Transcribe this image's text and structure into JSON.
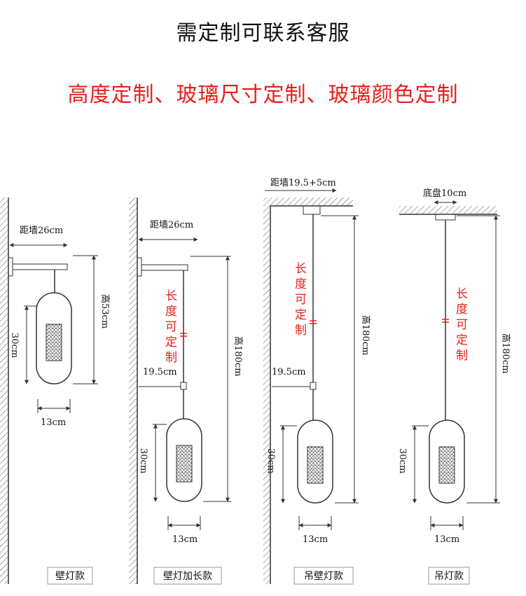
{
  "header": {
    "title": "需定制可联系客服",
    "subtitle": "高度定制、玻璃尺寸定制、玻璃颜色定制"
  },
  "colors": {
    "accent": "#e8201a",
    "line": "#333333"
  },
  "variants": [
    {
      "caption": "壁灯款",
      "wall_distance": "距墙26cm",
      "height": "高53cm",
      "glass_height": "30cm",
      "glass_width": "13cm"
    },
    {
      "caption": "壁灯加长款",
      "wall_distance": "距墙26cm",
      "height": "高180cm",
      "arm_length": "19.5cm",
      "custom_length": "长度可定制",
      "glass_height": "30cm",
      "glass_width": "13cm"
    },
    {
      "caption": "吊壁灯款",
      "wall_distance": "距墙19.5+5cm",
      "height": "高180cm",
      "arm_length": "19.5cm",
      "custom_length": "长度可定制",
      "glass_height": "30cm",
      "glass_width": "13cm"
    },
    {
      "caption": "吊灯款",
      "base": "底盘10cm",
      "height": "高180cm",
      "custom_length": "长度可定制",
      "glass_height": "30cm",
      "glass_width": "13cm"
    }
  ]
}
